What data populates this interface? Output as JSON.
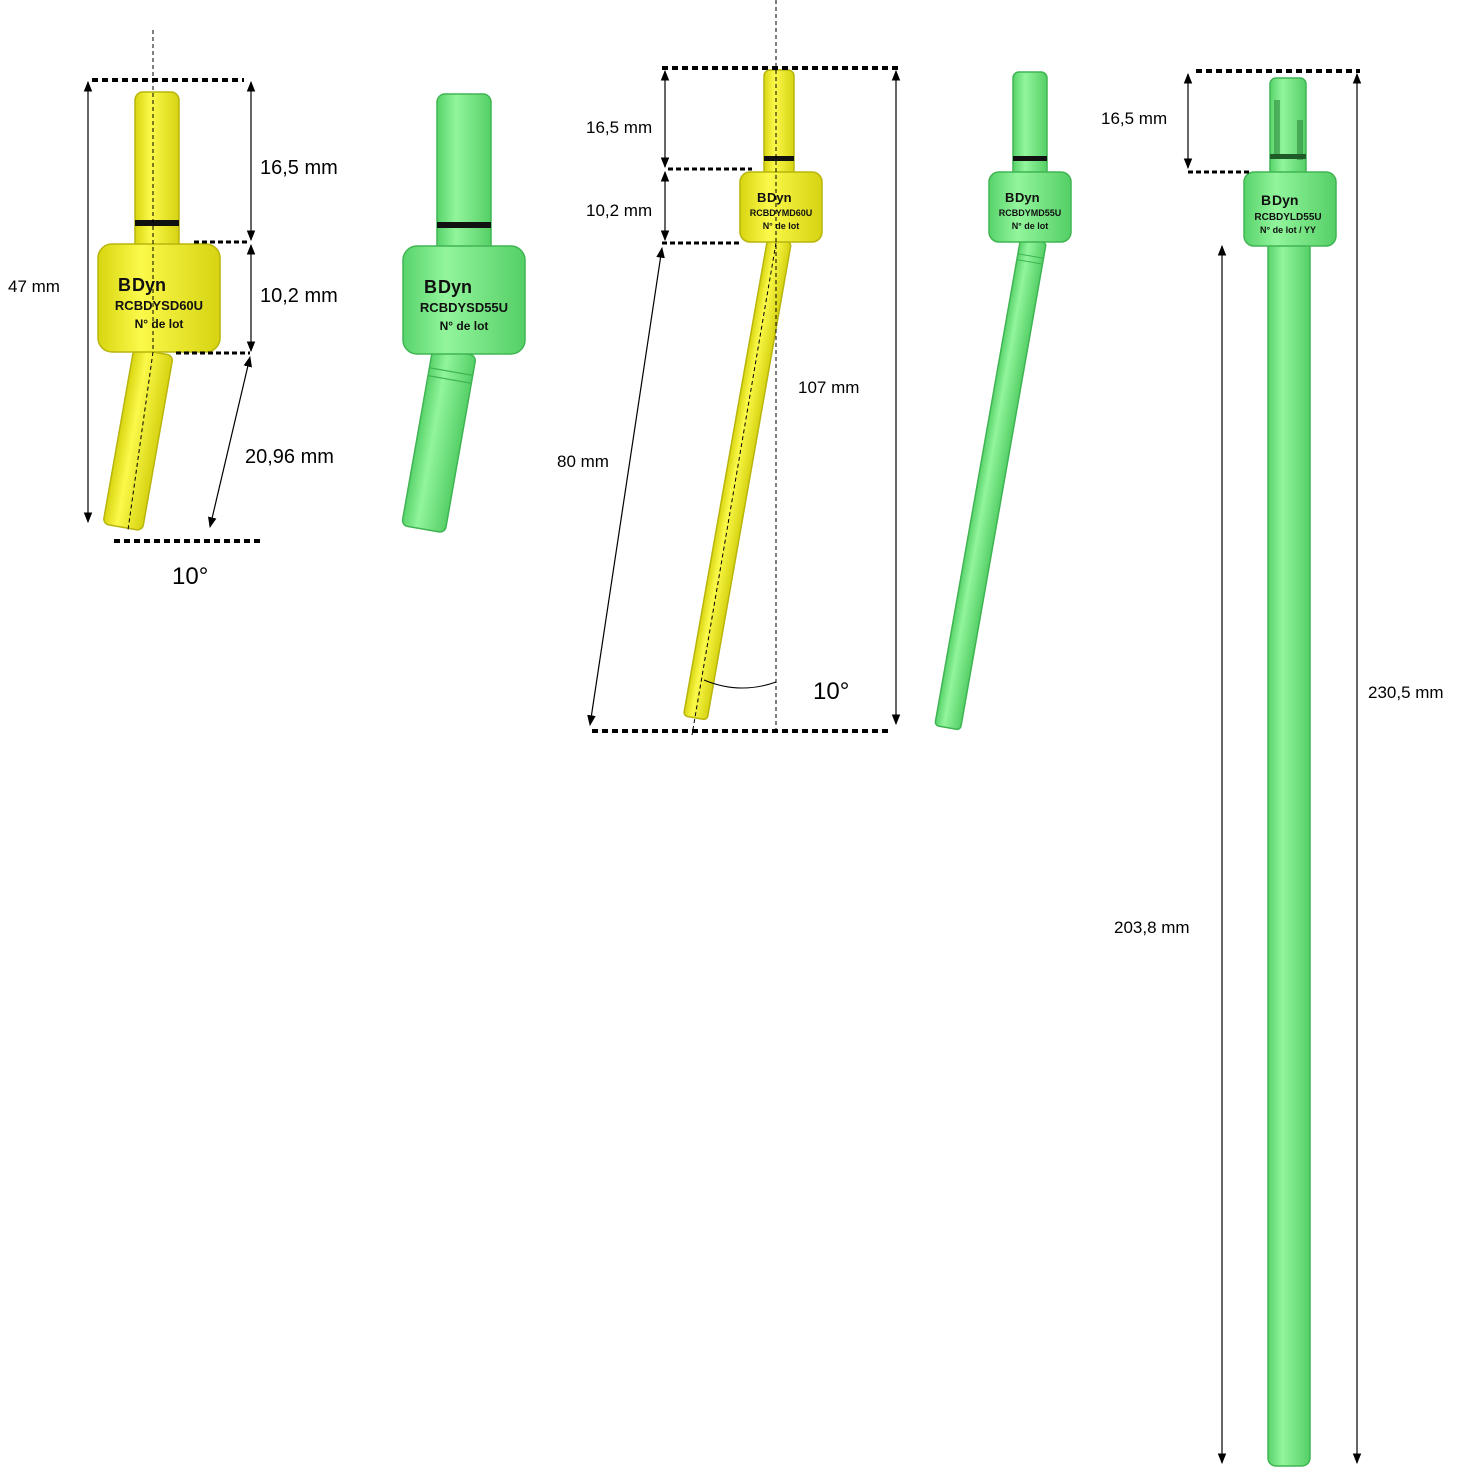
{
  "colors": {
    "yellow": "#f5f21e",
    "yellow_dark": "#c9c60f",
    "green": "#7cf08a",
    "green_dark": "#45c45a",
    "dim_line": "#000000"
  },
  "brand": {
    "logo_prefix": "B",
    "logo_suffix": "Dyn",
    "lot_label": "N° de lot",
    "lot_label_yy": "N° de lot / YY"
  },
  "products": {
    "short_yellow_code": "RCBDYSD60U",
    "short_green_code": "RCBDYSD55U",
    "medium_yellow_code": "RCBDYMD60U",
    "medium_green_code": "RCBDYMD55U",
    "long_green_code": "RCBDYLD55U"
  },
  "dimensions": {
    "short": {
      "total": "47 mm",
      "top": "16,5 mm",
      "body": "10,2 mm",
      "tip": "20,96 mm",
      "angle": "10°"
    },
    "medium": {
      "top": "16,5 mm",
      "body": "10,2 mm",
      "tip": "80 mm",
      "total": "107 mm",
      "angle": "10°"
    },
    "long": {
      "top": "16,5 mm",
      "total": "230,5 mm",
      "tip": "203,8 mm"
    }
  }
}
